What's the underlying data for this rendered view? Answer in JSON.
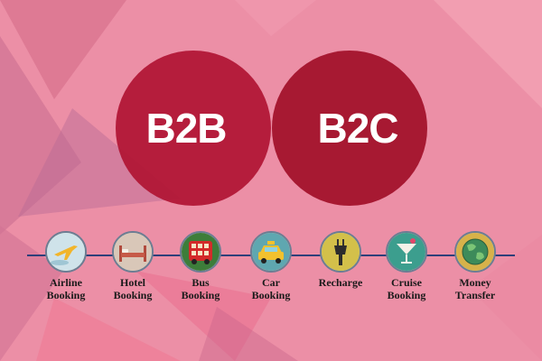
{
  "venn": {
    "left_label": "B2B",
    "right_label": "B2C"
  },
  "services": [
    {
      "line1": "Airline",
      "line2": "Booking",
      "icon": "airplane-icon"
    },
    {
      "line1": "Hotel",
      "line2": "Booking",
      "icon": "bed-icon"
    },
    {
      "line1": "Bus",
      "line2": "Booking",
      "icon": "bus-icon"
    },
    {
      "line1": "Car",
      "line2": "Booking",
      "icon": "taxi-icon"
    },
    {
      "line1": "Recharge",
      "line2": "",
      "icon": "plug-icon"
    },
    {
      "line1": "Cruise",
      "line2": "Booking",
      "icon": "cocktail-icon"
    },
    {
      "line1": "Money",
      "line2": "Transfer",
      "icon": "globe-icon"
    }
  ],
  "colors": {
    "background": "#ec8fa6",
    "circle_left": "#b01434",
    "circle_right": "#a00c26",
    "overlap": "#7a0615",
    "timeline": "#2f3f7a"
  }
}
